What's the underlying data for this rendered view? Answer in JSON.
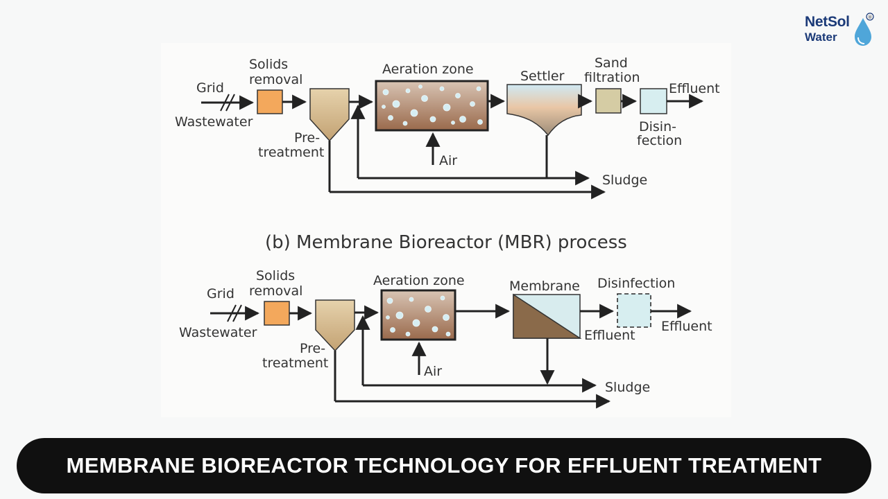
{
  "brand": {
    "line1": "NetSol",
    "line2": "Water",
    "mark": "®"
  },
  "banner": {
    "title": "MEMBRANE BIOREACTOR TECHNOLOGY FOR EFFLUENT TREATMENT"
  },
  "diagram_a": {
    "grid": "Grid",
    "wastewater": "Wastewater",
    "solids_removal_1": "Solids",
    "solids_removal_2": "removal",
    "pretreatment_1": "Pre-",
    "pretreatment_2": "treatment",
    "aeration_zone": "Aeration zone",
    "air": "Air",
    "settler": "Settler",
    "sand_filtration_1": "Sand",
    "sand_filtration_2": "filtration",
    "disinfection_1": "Disin-",
    "disinfection_2": "fection",
    "effluent": "Effluent",
    "sludge": "Sludge"
  },
  "diagram_b": {
    "title": "(b) Membrane Bioreactor (MBR) process",
    "grid": "Grid",
    "wastewater": "Wastewater",
    "solids_removal_1": "Solids",
    "solids_removal_2": "removal",
    "pretreatment_1": "Pre-",
    "pretreatment_2": "treatment",
    "aeration_zone": "Aeration zone",
    "air": "Air",
    "membrane": "Membrane",
    "membrane_effluent": "Effluent",
    "disinfection": "Disinfection",
    "effluent": "Effluent",
    "sludge": "Sludge"
  },
  "colors": {
    "solids_box": "#f3a85c",
    "pretreatment_hopper": "#d2b488",
    "aeration_top": "#d8c4b4",
    "aeration_bottom": "#9a6a4c",
    "bubble": "#d6eef3",
    "settler_water": "#cde9f1",
    "settler_sludge": "#b59a7a",
    "sand_box": "#d5cca4",
    "disinfection_box": "#d7eef0",
    "membrane_brown": "#8a6a4a",
    "membrane_light": "#d8ecee",
    "banner_bg": "#101010",
    "logo_blue": "#1b3a78",
    "logo_drop": "#4fa6d9"
  }
}
